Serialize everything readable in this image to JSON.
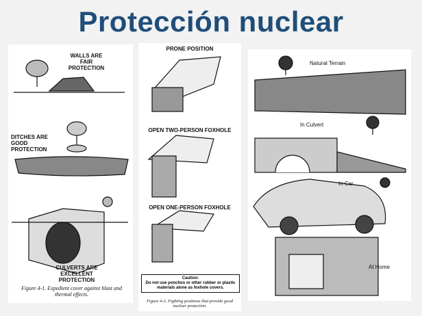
{
  "title": "Protección nuclear",
  "panel1": {
    "walls": "WALLS ARE FAIR PROTECTION",
    "ditches": "DITCHES ARE GOOD PROTECTION",
    "culverts": "CULVERTS ARE EXCELLENT PROTECTION",
    "caption": "Figure 4-1. Expedient cover against blast and thermal effects."
  },
  "panel2": {
    "prone": "PRONE POSITION",
    "two": "OPEN TWO-PERSON FOXHOLE",
    "one": "OPEN ONE-PERSON FOXHOLE",
    "caution_title": "Caution:",
    "caution_text": "Do not use ponchos or other rubber or plastic materials alone as foxhole covers.",
    "caption": "Figure 4-2. Fighting positions that provide good nuclear protection."
  },
  "panel3": {
    "terrain": "Natural Terrain",
    "culvert": "In Culvert",
    "car": "In Car",
    "home": "At Home"
  }
}
